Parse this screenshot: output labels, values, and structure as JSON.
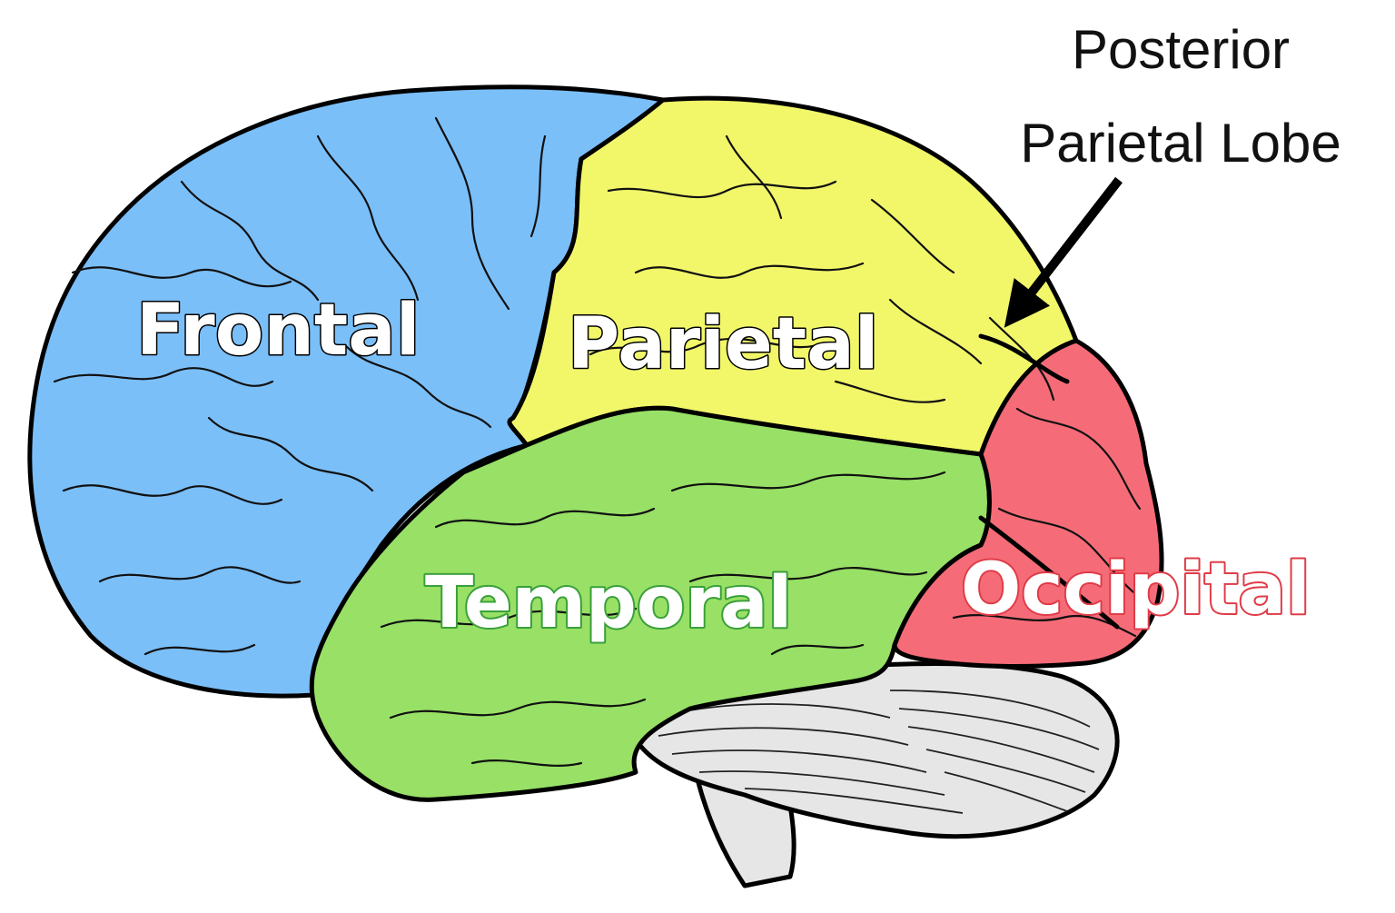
{
  "colors": {
    "frontal": "#7bbff9",
    "parietal": "#f2f76a",
    "temporal": "#98e066",
    "occipital": "#f56c78",
    "cerebellum": "#e6e6e6",
    "label_white": "#ffffff",
    "label_temporal_text": "#ffffff",
    "label_temporal_outline": "#3aa03a",
    "label_occipital_outline": "#e03b47",
    "outline": "#000000"
  },
  "labels": {
    "frontal": "Frontal",
    "parietal": "Parietal",
    "temporal": "Temporal",
    "occipital": "Occipital"
  },
  "callout": {
    "line1": "Posterior",
    "line2": "Parietal Lobe"
  }
}
